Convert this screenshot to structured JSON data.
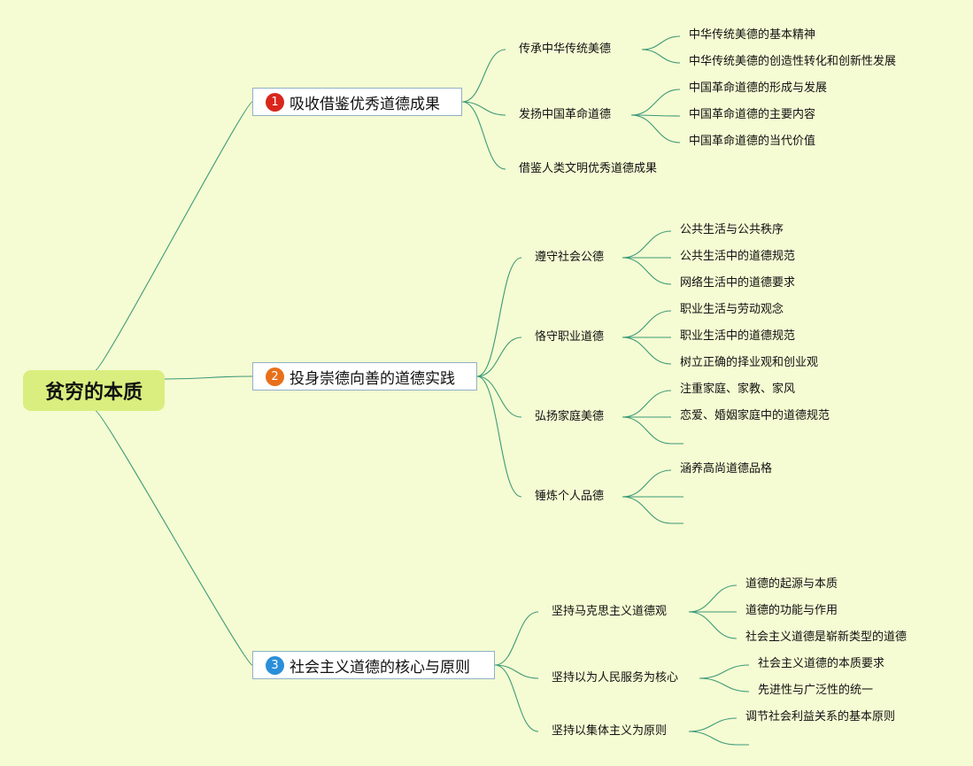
{
  "root": "贫穷的本质",
  "colors": {
    "background": "#f5fbd2",
    "line": "#3c9a7a",
    "root_fill": "#d9ee7e",
    "main_border": "#8fb1c6",
    "badge1": "#d9261c",
    "badge2": "#e8701a",
    "badge3": "#2a8fd8"
  },
  "branches": [
    {
      "num": "1",
      "title": "吸收借鉴优秀道德成果",
      "subs": [
        {
          "label": "传承中华传统美德",
          "leaves": [
            "中华传统美德的基本精神",
            "中华传统美德的创造性转化和创新性发展"
          ]
        },
        {
          "label": "发扬中国革命道德",
          "leaves": [
            "中国革命道德的形成与发展",
            "中国革命道德的主要内容",
            "中国革命道德的当代价值"
          ]
        },
        {
          "label": "借鉴人类文明优秀道德成果",
          "leaves": []
        }
      ]
    },
    {
      "num": "2",
      "title": "投身崇德向善的道德实践",
      "subs": [
        {
          "label": "遵守社会公德",
          "leaves": [
            "公共生活与公共秩序",
            "公共生活中的道德规范",
            "网络生活中的道德要求"
          ]
        },
        {
          "label": "恪守职业道德",
          "leaves": [
            "职业生活与劳动观念",
            "职业生活中的道德规范",
            "树立正确的择业观和创业观"
          ]
        },
        {
          "label": "弘扬家庭美德",
          "leaves": [
            "注重家庭、家教、家风",
            "恋爱、婚姻家庭中的道德规范",
            ""
          ]
        },
        {
          "label": "锤炼个人品德",
          "leaves": [
            "涵养高尚道德品格",
            "",
            ""
          ]
        }
      ]
    },
    {
      "num": "3",
      "title": "社会主义道德的核心与原则",
      "subs": [
        {
          "label": "坚持马克思主义道德观",
          "leaves": [
            "道德的起源与本质",
            "道德的功能与作用",
            "社会主义道德是崭新类型的道德"
          ]
        },
        {
          "label": "坚持以为人民服务为核心",
          "leaves": [
            "社会主义道德的本质要求",
            "先进性与广泛性的统一"
          ]
        },
        {
          "label": "坚持以集体主义为原则",
          "leaves": [
            "调节社会利益关系的基本原则",
            ""
          ]
        }
      ]
    }
  ]
}
